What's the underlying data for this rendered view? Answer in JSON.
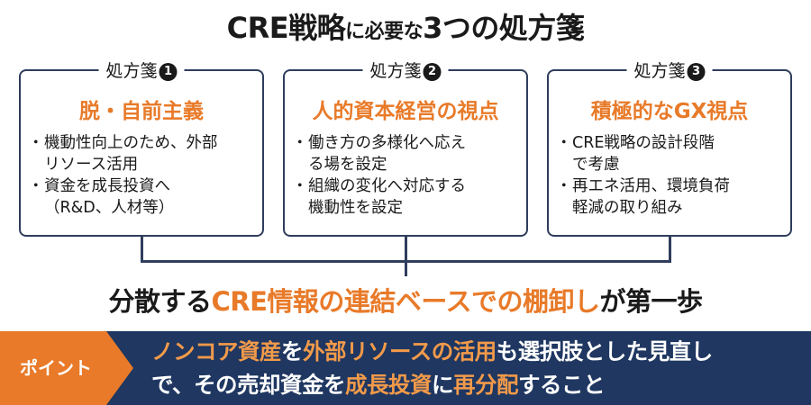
{
  "title": {
    "part1": "CRE戦略",
    "part2": "に必要な",
    "part3": "3つの処方箋"
  },
  "boxes": [
    {
      "label": "処方箋",
      "number": "1",
      "heading": "脱・自前主義",
      "bullets": [
        [
          "機動性向上のため、外部",
          "リソース活用"
        ],
        [
          "資金を成長投資へ",
          "（R&D、人材等）"
        ]
      ]
    },
    {
      "label": "処方箋",
      "number": "2",
      "heading": "人的資本経営の視点",
      "bullets": [
        [
          "働き方の多様化へ応え",
          "る場を設定"
        ],
        [
          "組織の変化へ対応する",
          "機動性を設定"
        ]
      ]
    },
    {
      "label": "処方箋",
      "number": "3",
      "heading": "積極的なGX視点",
      "bullets": [
        [
          "CRE戦略の設計段階",
          "で考慮"
        ],
        [
          "再エネ活用、環境負荷",
          "軽減の取り組み"
        ]
      ]
    }
  ],
  "main_line": {
    "part1": "分散する",
    "part2": "CRE情報の連結ベースでの棚卸し",
    "part3": "が第一歩"
  },
  "point": {
    "tag": "ポイント",
    "line1": {
      "a": "ノンコア資産",
      "b": "を",
      "c": "外部リソースの活用",
      "d": "も選択肢とした見直し"
    },
    "line2": {
      "a": "で、その売却資金を",
      "b": "成長投資",
      "c": "に",
      "d": "再分配",
      "e": "すること"
    }
  },
  "colors": {
    "accent": "#e87a29",
    "navy": "#1f3761",
    "border": "#2f3d5c"
  }
}
